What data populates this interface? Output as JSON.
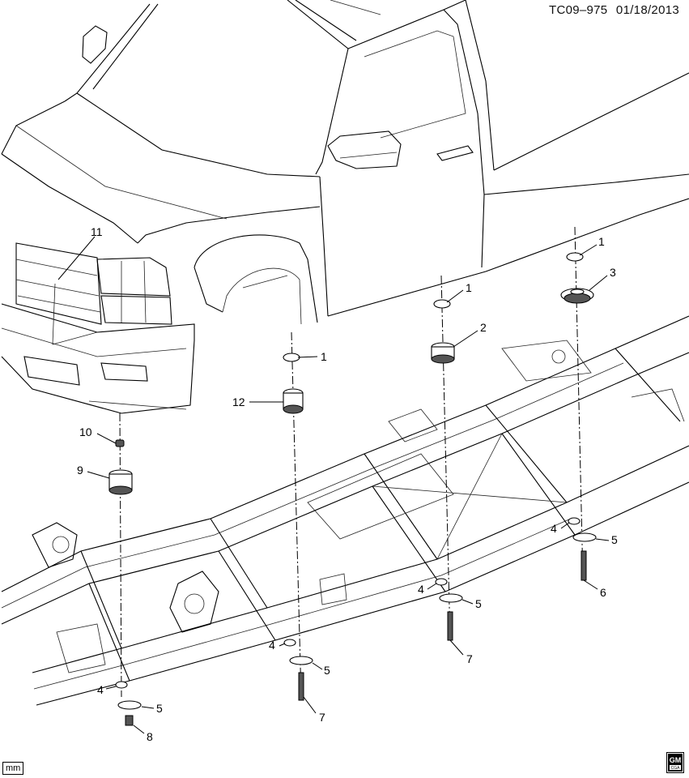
{
  "header": {
    "code": "TC09–975",
    "date": "01/18/2013"
  },
  "callouts": [
    "11",
    "1",
    "12",
    "1",
    "2",
    "1",
    "3",
    "10",
    "9",
    "4",
    "5",
    "8",
    "4",
    "5",
    "7",
    "4",
    "5",
    "7",
    "4",
    "5",
    "6"
  ],
  "footer": {
    "units": "mm",
    "brand": "GM",
    "brand_sub": "CGA"
  },
  "icons": {
    "logo": "gm-logo-icon"
  }
}
